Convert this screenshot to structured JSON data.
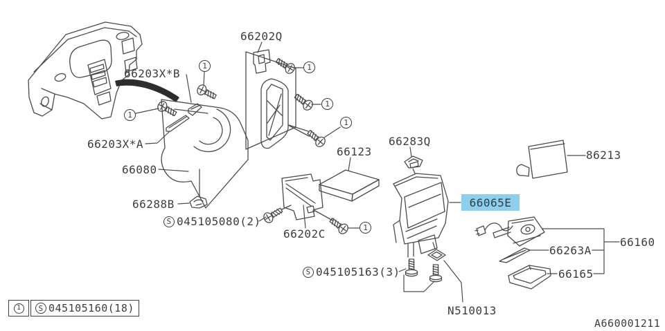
{
  "diagram": {
    "type": "parts-diagram",
    "highlight_color": "#8dcfec",
    "line_color": "#4a4a4a",
    "doc_number": "A660001211",
    "callout_symbol": "1",
    "s_symbol": "S",
    "parts": {
      "p66202Q": "66202Q",
      "p66203XB": "66203X*B",
      "p66203XA": "66203X*A",
      "p66080": "66080",
      "p66288B": "66288B",
      "p66202C": "66202C",
      "p66123": "66123",
      "p66283Q": "66283Q",
      "p66065E": "66065E",
      "p86213": "86213",
      "p66160": "66160",
      "p66263A": "66263A",
      "p66165": "66165",
      "pN510013": "N510013"
    },
    "fasteners": {
      "f045105080": "045105080(2)",
      "f045105163": "045105163(3)",
      "legend_entry": "045105160(18)"
    }
  }
}
